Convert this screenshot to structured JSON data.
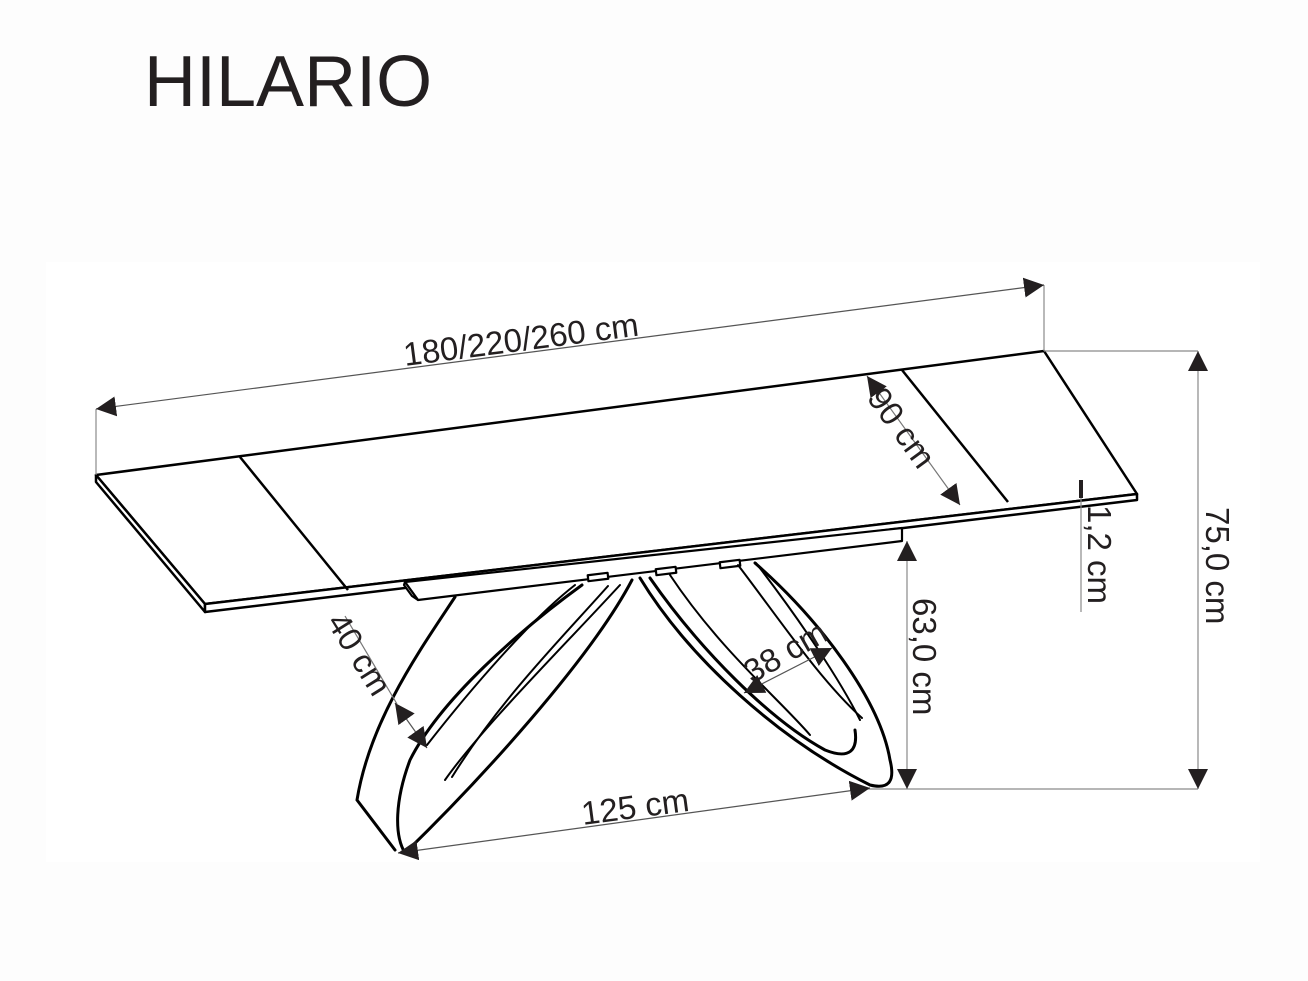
{
  "product": {
    "name": "HILARIO"
  },
  "dimensions": {
    "length": "180/220/260 cm",
    "width": "90 cm",
    "top_thickness": "1,2 cm",
    "total_height": "75,0 cm",
    "frame_height": "63,0 cm",
    "leg_width_left": "40 cm",
    "leg_width_right": "38 cm",
    "leg_span": "125 cm"
  },
  "colors": {
    "line": "#000000",
    "dimension_line": "#8a8a8a",
    "arrow": "#231f20",
    "text": "#231f20",
    "background": "#ffffff"
  }
}
